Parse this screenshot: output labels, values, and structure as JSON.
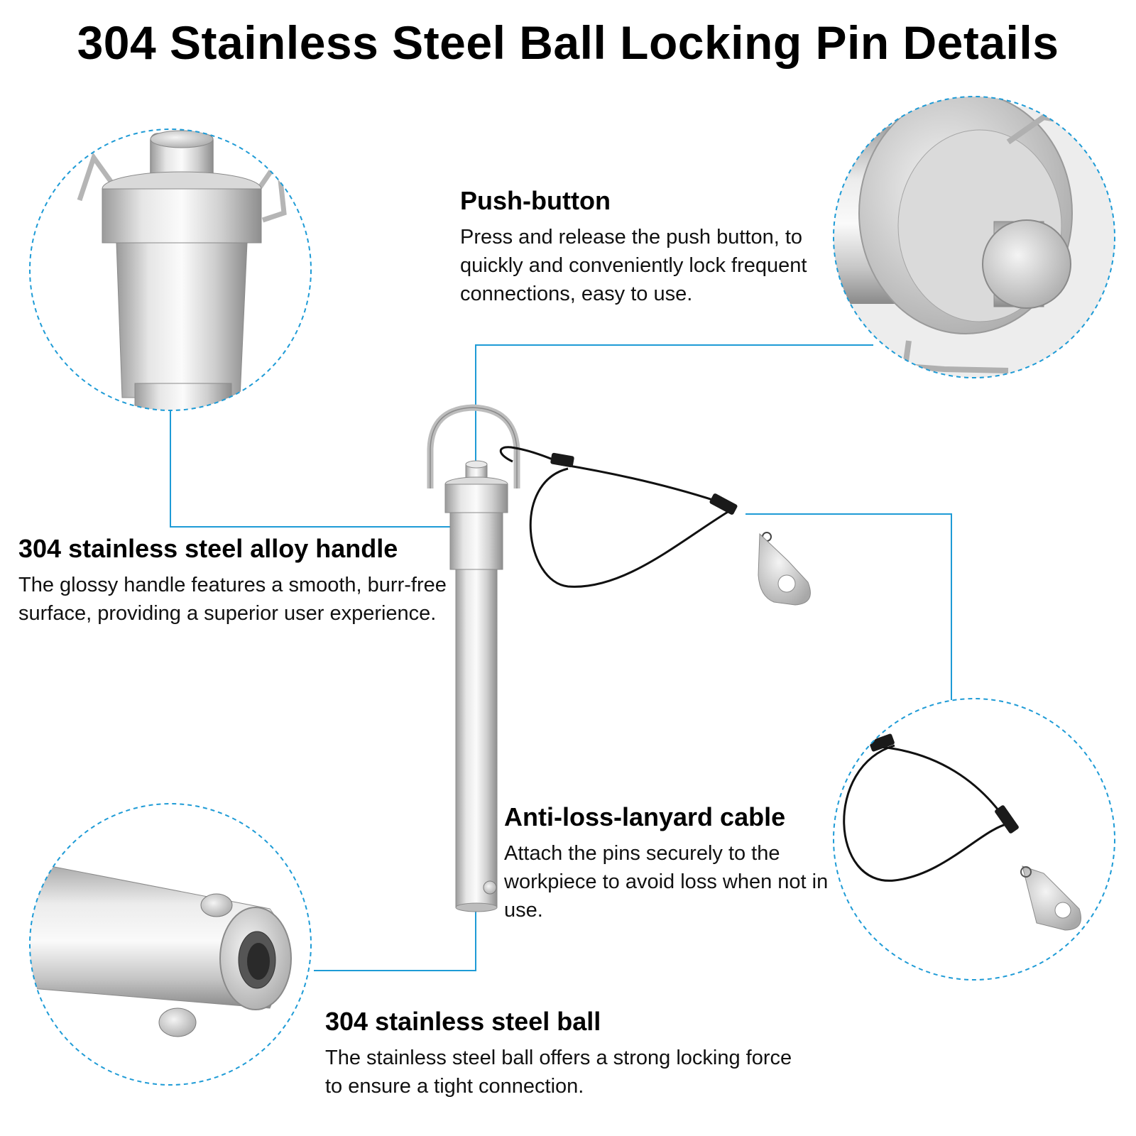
{
  "title": "304 Stainless Steel Ball Locking Pin Details",
  "features": {
    "push_button": {
      "heading": "Push-button",
      "description": "Press and release the push button, to quickly and conveniently lock frequent connections, easy to use."
    },
    "handle": {
      "heading": "304 stainless steel alloy handle",
      "description": "The glossy handle features a smooth, burr-free surface, providing a superior user experience."
    },
    "cable": {
      "heading": "Anti-loss-lanyard cable",
      "description": "Attach the pins securely to the workpiece to avoid loss when not in use."
    },
    "ball": {
      "heading": "304 stainless steel ball",
      "description": "The stainless steel ball offers a strong locking force to ensure a tight connection."
    }
  },
  "colors": {
    "callout_line": "#1e9bd6",
    "metal_light": "#f0f0f0",
    "metal_mid": "#c4c4c4",
    "metal_dark": "#8c8c8c",
    "cable": "#111111"
  }
}
